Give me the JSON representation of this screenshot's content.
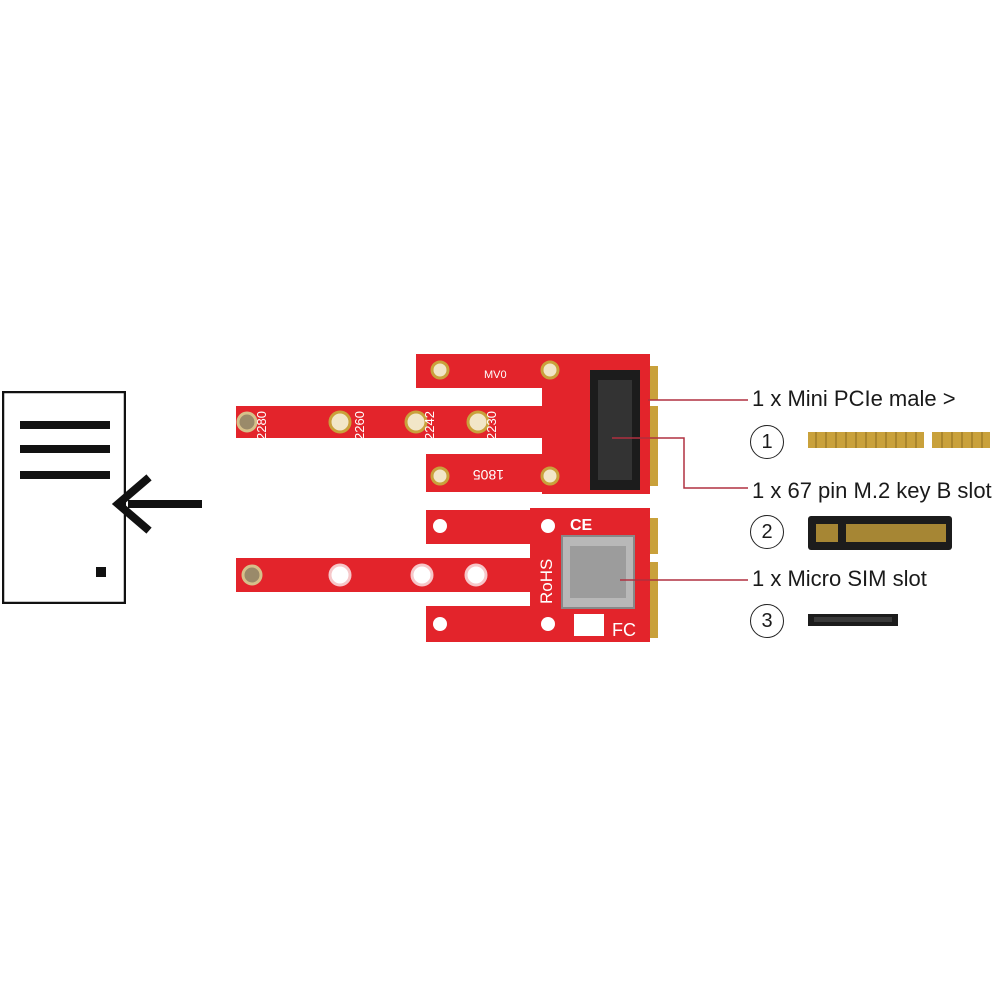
{
  "features": [
    {
      "number": "1",
      "label": "1 x Mini PCIe male >"
    },
    {
      "number": "2",
      "label": "1 x 67 pin M.2 key B slot"
    },
    {
      "number": "3",
      "label": "1 x Micro SIM slot"
    }
  ],
  "board_top": {
    "length_marks": [
      "2280",
      "2260",
      "2242",
      "2230"
    ],
    "silkscreen": "MV0",
    "code": "1805"
  },
  "board_bottom": {
    "silkscreen": "RoHS",
    "ce_mark": "CE",
    "fcc_mark": "FC"
  },
  "colors": {
    "pcb_red": "#e3242b",
    "gold": "#c9a13b",
    "connector_black": "#1c1c1c"
  },
  "icons": {
    "document": "document-icon",
    "arrow": "arrow-left-icon"
  }
}
